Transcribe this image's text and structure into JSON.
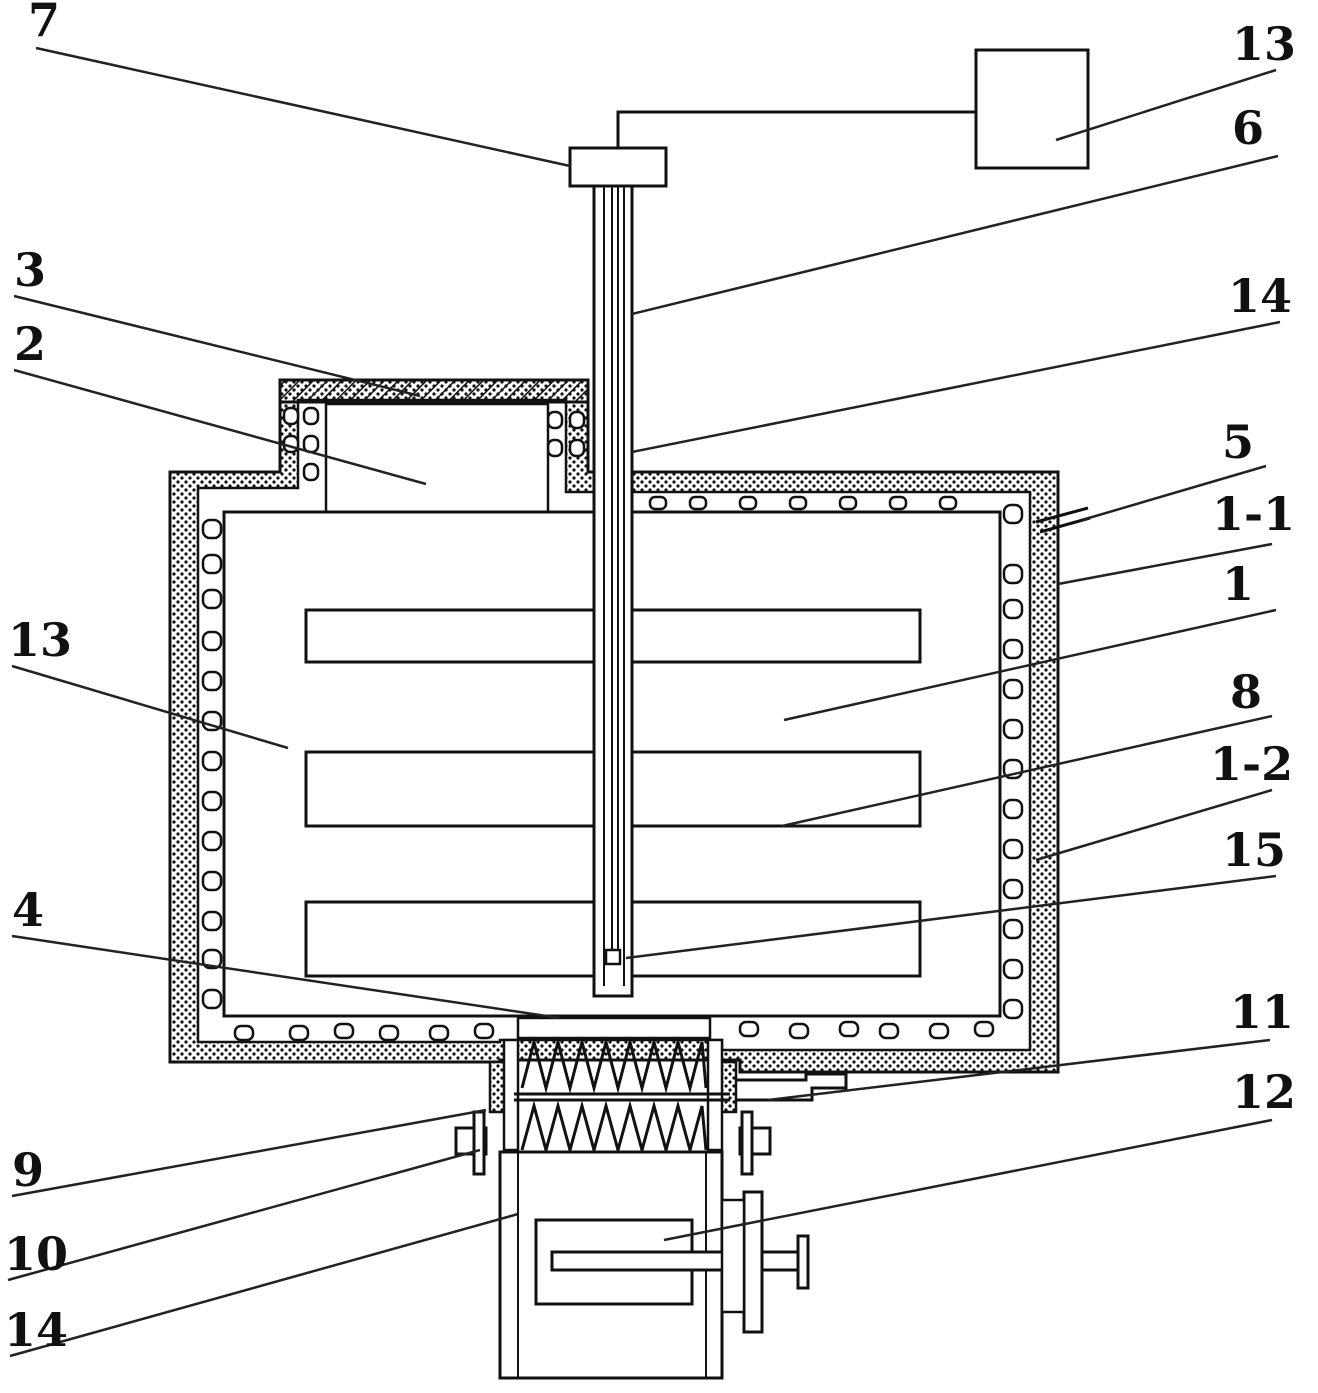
{
  "labels": {
    "l7": "7",
    "l13_top": "13",
    "l6": "6",
    "l14_top": "14",
    "l3": "3",
    "l2": "2",
    "l5": "5",
    "l1_1": "1-1",
    "l1": "1",
    "l13_left": "13",
    "l8": "8",
    "l1_2": "1-2",
    "l15": "15",
    "l4": "4",
    "l11": "11",
    "l12": "12",
    "l9": "9",
    "l10": "10",
    "l14_bottom": "14"
  }
}
